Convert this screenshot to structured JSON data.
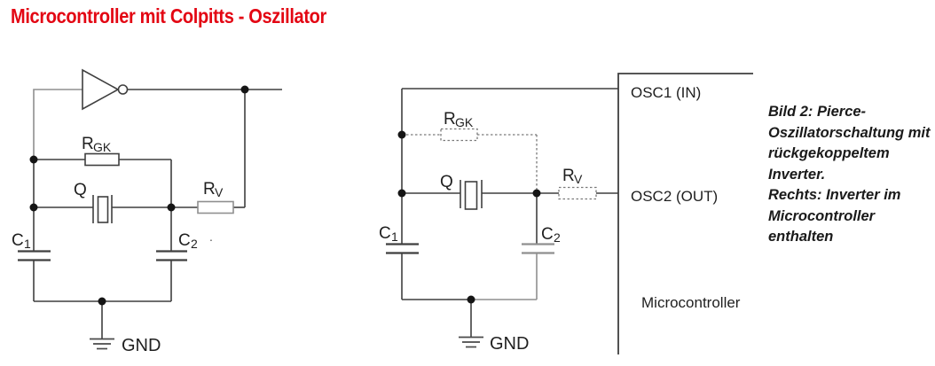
{
  "title": {
    "text": "Microcontroller mit Colpitts - Oszillator",
    "color": "#e30613"
  },
  "left_circuit": {
    "labels": {
      "rgk_main": "R",
      "rgk_sub": "GK",
      "q": "Q",
      "rv_main": "R",
      "rv_sub": "V",
      "c1_main": "C",
      "c1_sub": "1",
      "c2_main": "C",
      "c2_sub": "2",
      "gnd": "GND",
      "stray_dot": "."
    },
    "symbols": [
      "inverter-gate",
      "resistor",
      "crystal",
      "resistor",
      "capacitor",
      "capacitor",
      "ground"
    ]
  },
  "right_circuit": {
    "labels": {
      "rgk_main": "R",
      "rgk_sub": "GK",
      "q": "Q",
      "rv_main": "R",
      "rv_sub": "V",
      "c1_main": "C",
      "c1_sub": "1",
      "c2_main": "C",
      "c2_sub": "2",
      "gnd": "GND"
    },
    "symbols": [
      "resistor-dashed",
      "crystal",
      "resistor-dashed",
      "capacitor",
      "capacitor",
      "ground"
    ]
  },
  "microcontroller": {
    "pin_osc1": "OSC1 (IN)",
    "pin_osc2": "OSC2 (OUT)",
    "name": "Microcontroller"
  },
  "caption": {
    "lines": [
      "Bild 2: Pierce-",
      "Oszillatorschaltung mit",
      "rückgekoppeltem",
      "Inverter.",
      "Rechts: Inverter im",
      "Microcontroller",
      "enthalten"
    ]
  },
  "colors": {
    "accent_red": "#e30613",
    "wire": "#3f3f3f",
    "wire_light": "#8f8f8f",
    "dashed_wire": "#7a7a7a",
    "text": "#1f1f1f",
    "background": "#ffffff"
  }
}
